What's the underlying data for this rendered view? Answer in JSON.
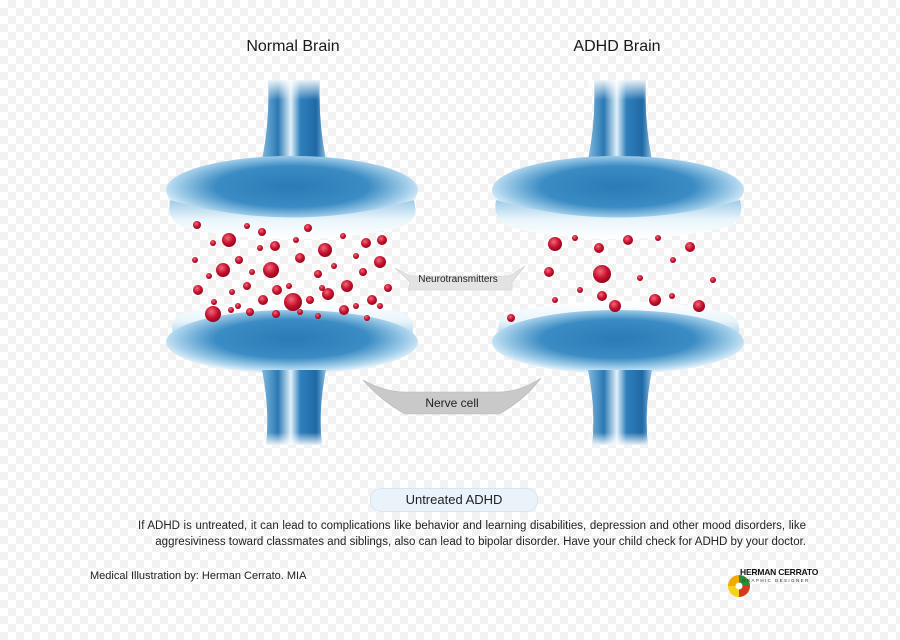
{
  "titles": {
    "normal": "Normal Brain",
    "adhd": "ADHD Brain"
  },
  "callouts": {
    "neurotransmitters": "Neurotransmitters",
    "nerve_cell": "Nerve cell"
  },
  "caption": {
    "heading": "Untreated ADHD",
    "body": "If ADHD is untreated, it can lead to complications like behavior and learning disabilities, depression and other mood disorders, like aggresiviness toward classmates and siblings, also can lead to bipolar disorder. Have your child check for ADHD by your doctor."
  },
  "credit": "Medical Illustration by: Herman Cerrato. MIA",
  "logo": {
    "name": "HERMAN CERRATO",
    "subtitle": "GRAPHIC DESIGNER"
  },
  "colors": {
    "cell_blue": "#2d7fb8",
    "cell_light": "#d7ecf7",
    "neurotransmitter_red": "#c8102e",
    "callout_gray": "#c9c9c9"
  }
}
